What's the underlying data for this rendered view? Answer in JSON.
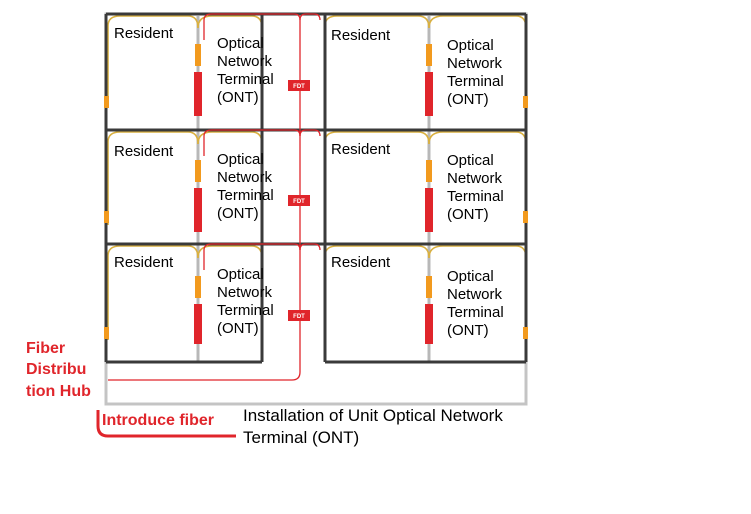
{
  "units": [
    {
      "resident": "Resident",
      "ont": [
        "Optical",
        "Network",
        "Terminal",
        "(ONT)"
      ]
    },
    {
      "resident": "Resident",
      "ont": [
        "Optical",
        "Network",
        "Terminal",
        "(ONT)"
      ]
    },
    {
      "resident": "Resident",
      "ont": [
        "Optical",
        "Network",
        "Terminal",
        "(ONT)"
      ]
    },
    {
      "resident": "Resident",
      "ont": [
        "Optical",
        "Network",
        "Terminal",
        "(ONT)"
      ]
    },
    {
      "resident": "Resident",
      "ont": [
        "Optical",
        "Network",
        "Terminal",
        "(ONT)"
      ]
    },
    {
      "resident": "Resident",
      "ont": [
        "Optical",
        "Network",
        "Terminal",
        "(ONT)"
      ]
    }
  ],
  "fdt_label": "FDT",
  "fiber_hub": [
    "Fiber",
    "Distribu",
    "tion Hub"
  ],
  "introduce_fiber": "Introduce fiber",
  "caption": [
    "Installation of Unit Optical Network",
    "Terminal (ONT)"
  ],
  "colors": {
    "wall": "#3a3a3a",
    "fiber_red": "#e0252b",
    "orange": "#f29a1e",
    "yellow_line": "#d9b040",
    "gray": "#b8b8b8"
  }
}
